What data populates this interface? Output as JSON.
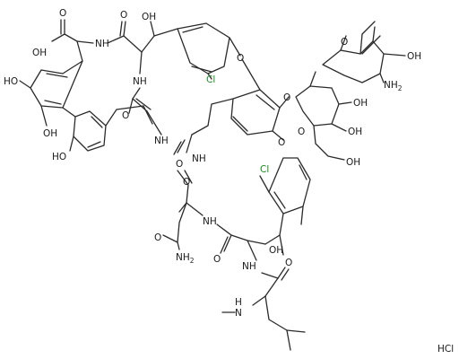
{
  "atom_labels": {
    "carboxyl_OH": "OH",
    "carboxyl_O": "O",
    "amide_NH_top": "NH",
    "hydroxy_top": "OH",
    "amide_O_top": "O",
    "cl_top": "Cl",
    "ether_O_top": "O",
    "ether_O_mid": "O",
    "sugar2_ring_O": "O",
    "sugar2_OH": "OH",
    "sugar2_CH3": "",
    "sugar2_NH2": "NH",
    "sugar2_NH2_sub": "2",
    "phenol_OH_1": "HO",
    "phenol_OH_2": "OH",
    "phenol_OH_3": "HO",
    "amide_NH_mid1": "NH",
    "amide_O_mid1": "O",
    "amide_NH_mid2": "NH",
    "ether_O_right": "O",
    "sugar1_ring_O": "O",
    "sugar1_OH_1": "OH",
    "sugar1_OH_2": "OH",
    "sugar1_CH2OH": "OH",
    "amide_O_mid2": "O",
    "amide_NH_mid3": "NH",
    "cl_bottom": "Cl",
    "amide_O_low": "O",
    "amide_NH_low": "NH",
    "carboxamide_O": "O",
    "carboxamide_NH2": "NH",
    "carboxamide_NH2_sub": "2",
    "amide_O_bottom": "O",
    "hydroxy_bottom": "OH",
    "amide_NH_bottom": "NH",
    "amide_O_side": "O",
    "methylamino_N": "N",
    "methylamino_H": "H"
  },
  "salt": "HCl",
  "colors": {
    "bond": "#2b2b2b",
    "text": "#1a1a1a",
    "chlorine": "#1a8a1a",
    "background": "#ffffff"
  }
}
